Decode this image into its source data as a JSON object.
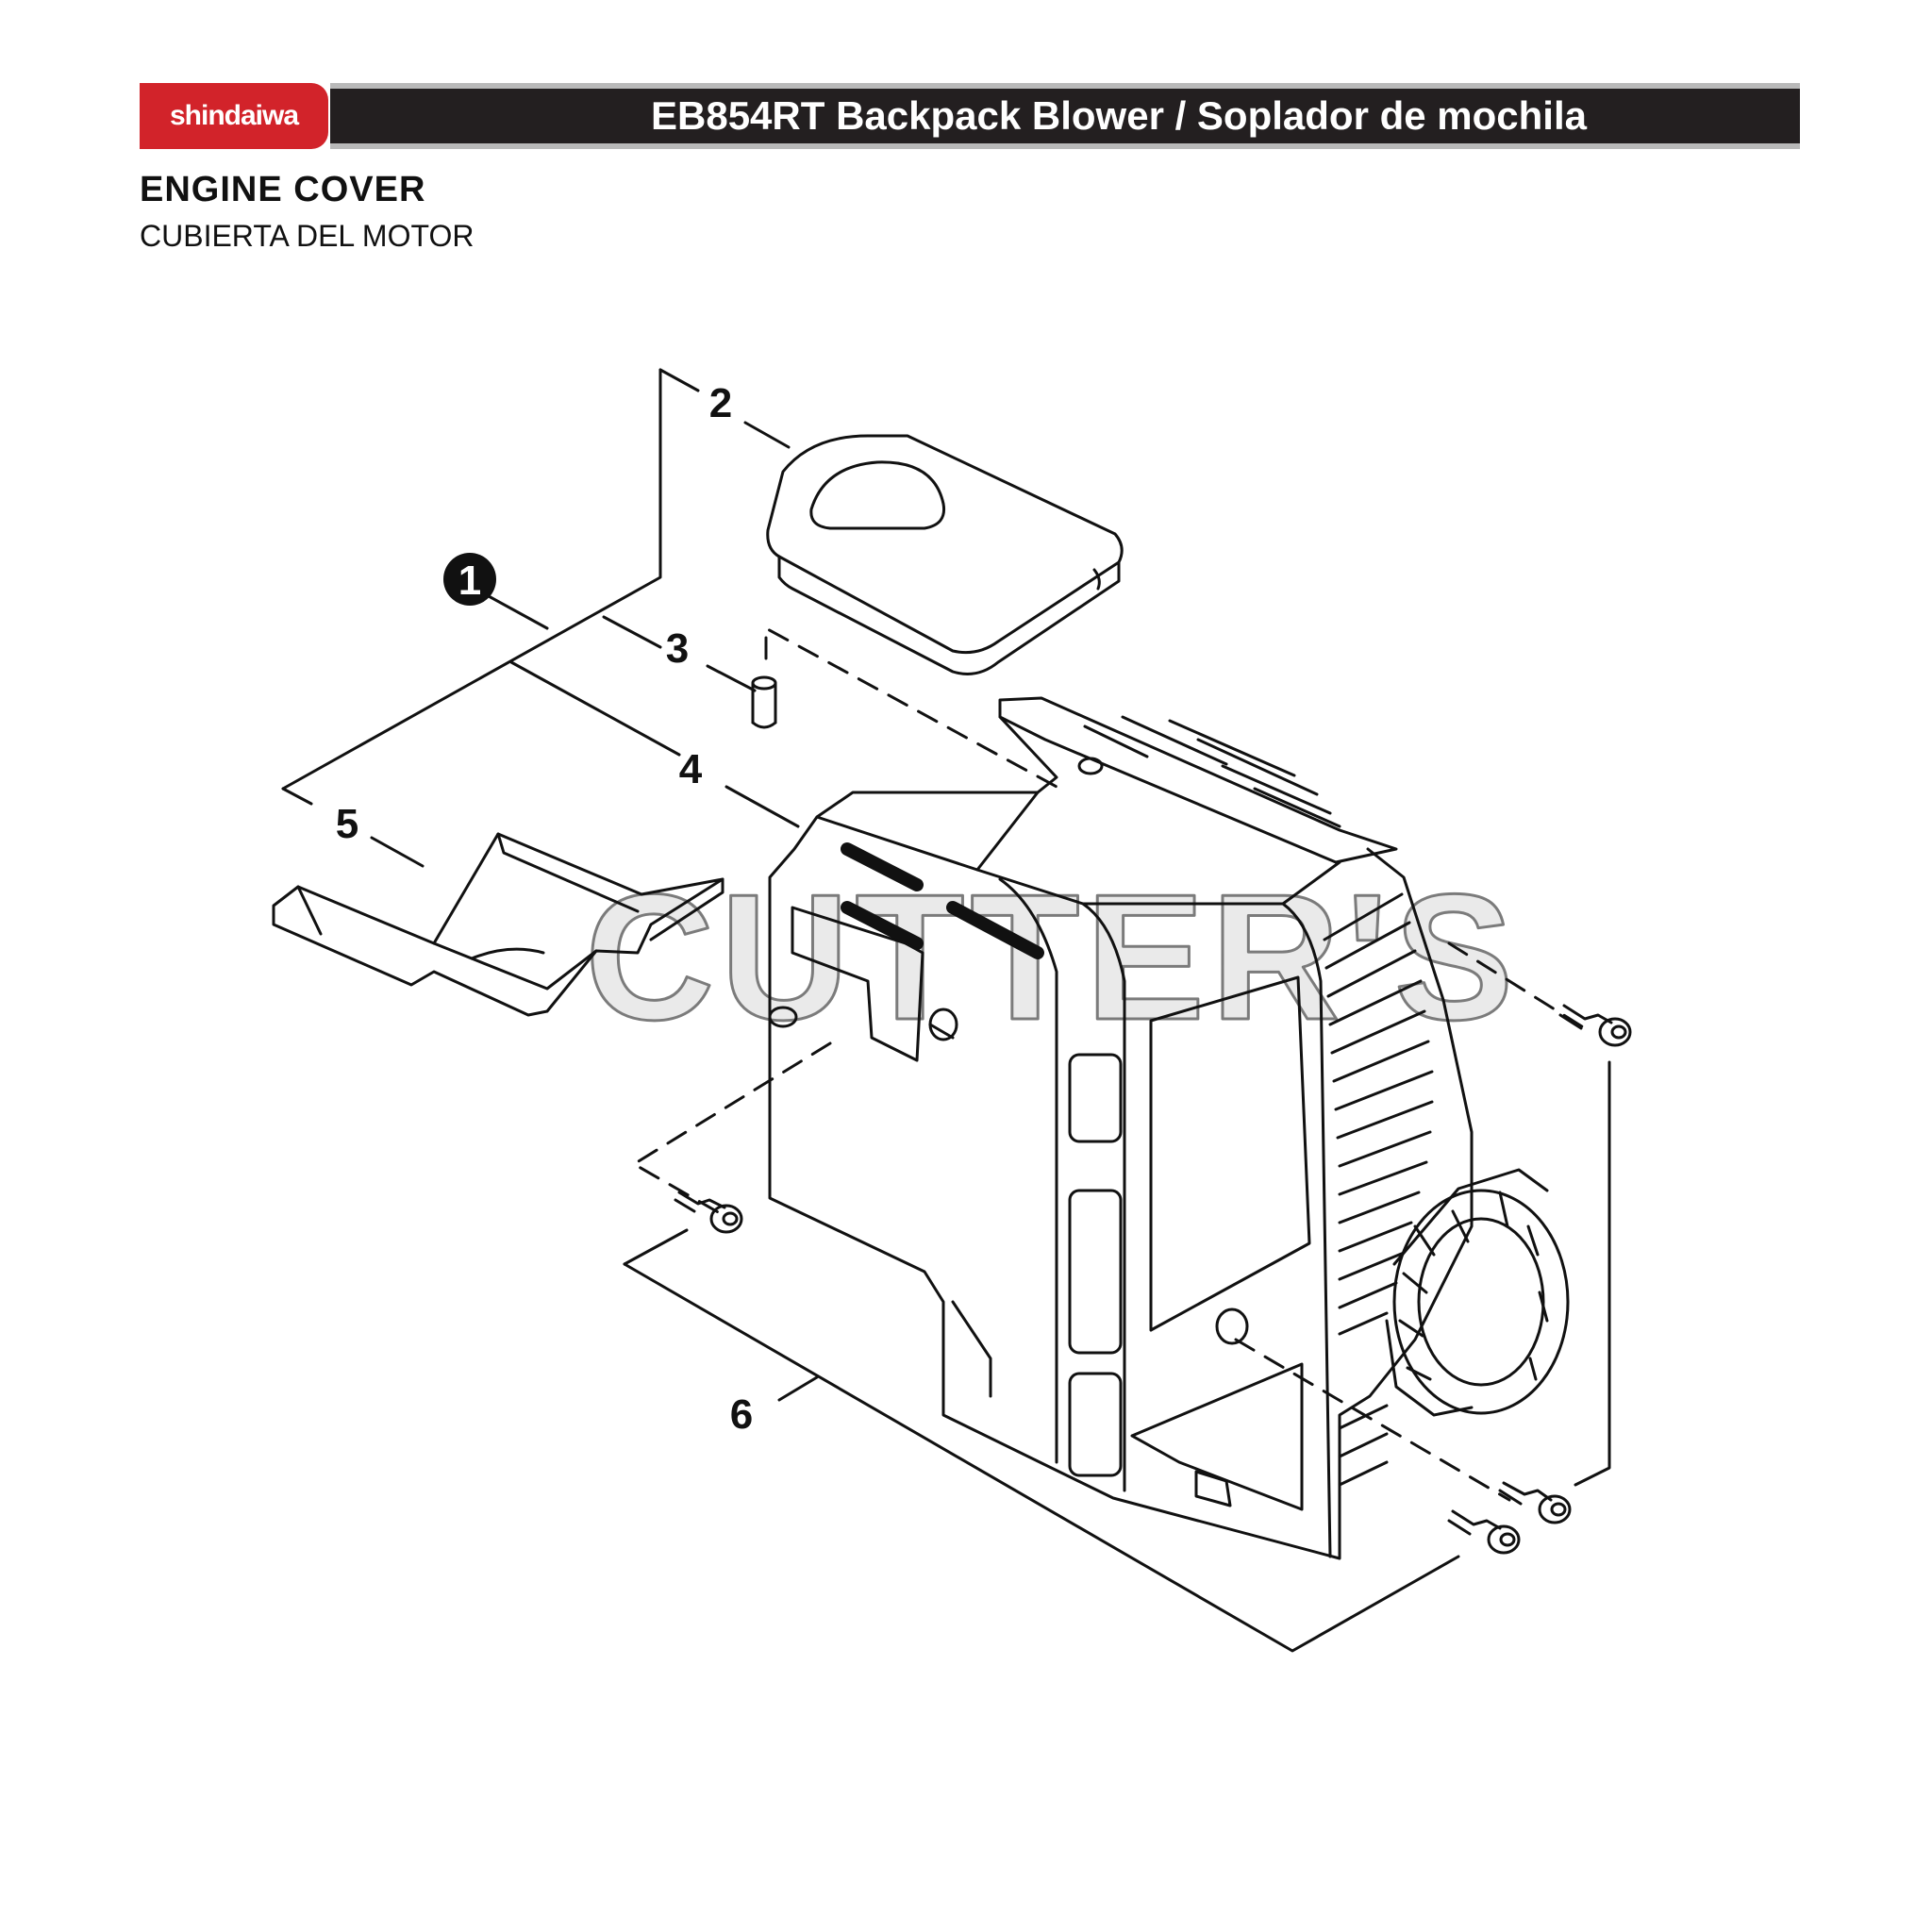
{
  "brand": {
    "logo_text": "shindaiwa"
  },
  "header": {
    "title": "EB854RT Backpack Blower / Soplador de mochila"
  },
  "section": {
    "title": "ENGINE COVER",
    "subtitle": "CUBIERTA DEL MOTOR"
  },
  "callouts": {
    "c1": "1",
    "c2": "2",
    "c3": "3",
    "c4": "4",
    "c5": "5",
    "c6": "6"
  },
  "watermark": "CUTTER'S",
  "colors": {
    "brand_red": "#d2232a",
    "bar_dark": "#231f20",
    "bar_trim": "#b9b9b9"
  }
}
